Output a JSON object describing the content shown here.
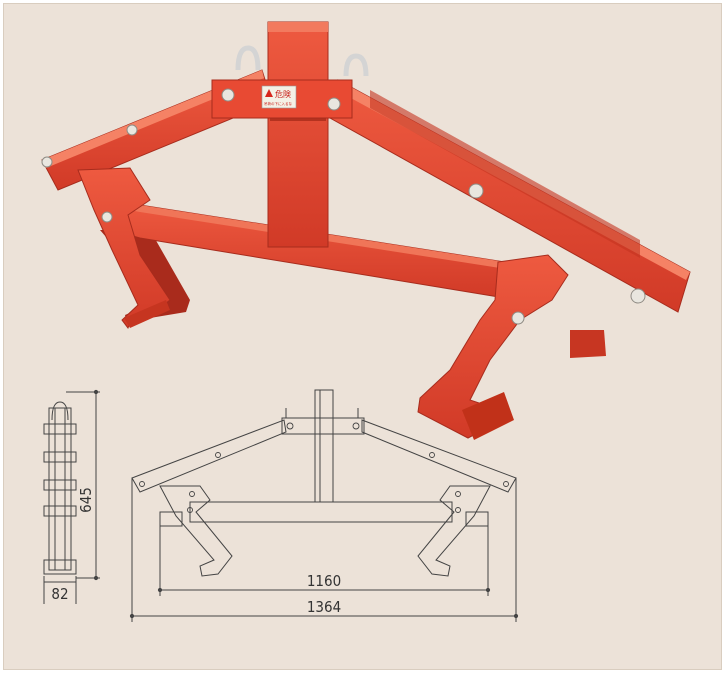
{
  "product": {
    "warning_label": "危険",
    "warning_sub": "吊荷の下に入るな",
    "colors": {
      "body": "#e0422e",
      "body_dark": "#b52f1f",
      "body_light": "#ef6a4f",
      "background": "#ece2d8",
      "drawing_line": "#444444"
    }
  },
  "drawing": {
    "height_dim": "645",
    "side_width_dim": "82",
    "inner_span_dim": "1160",
    "overall_span_dim": "1364"
  }
}
